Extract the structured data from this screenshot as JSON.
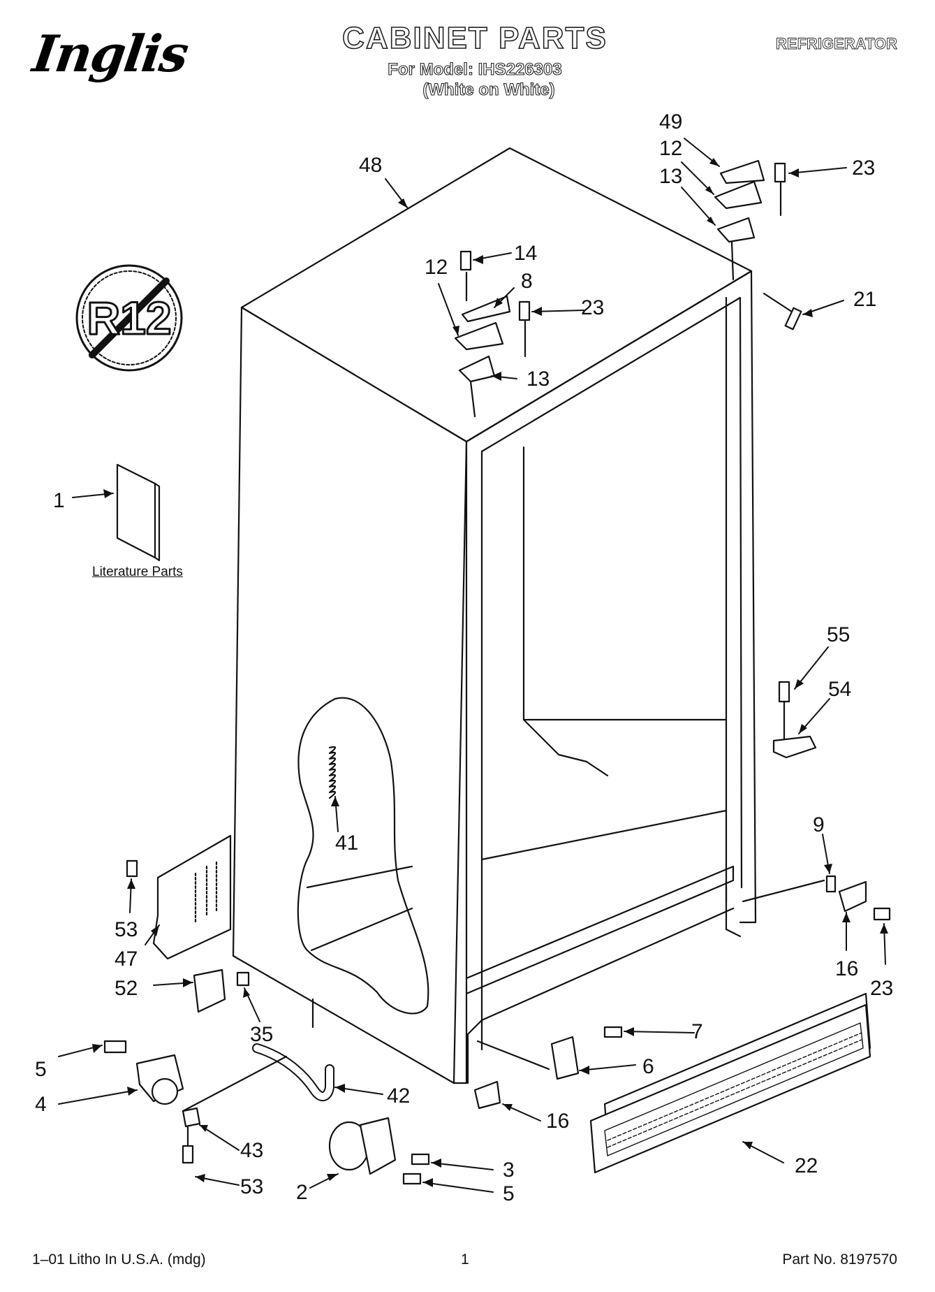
{
  "header": {
    "brand": "Inglis",
    "title": "CABINET PARTS",
    "model_line": "For Model: IHS226303",
    "variant_line": "(White on White)",
    "category": "REFRIGERATOR"
  },
  "badge": {
    "text": "R12"
  },
  "literature": {
    "label": "Literature Parts"
  },
  "callouts": [
    "1",
    "48",
    "49",
    "12",
    "13",
    "23",
    "14",
    "12",
    "8",
    "23",
    "13",
    "21",
    "55",
    "54",
    "41",
    "9",
    "16",
    "23",
    "53",
    "47",
    "52",
    "35",
    "5",
    "4",
    "42",
    "43",
    "53",
    "7",
    "6",
    "16",
    "22",
    "2",
    "3",
    "5"
  ],
  "footer": {
    "left": "1–01 Litho In U.S.A. (mdg)",
    "page": "1",
    "part_no": "Part No. 8197570"
  }
}
